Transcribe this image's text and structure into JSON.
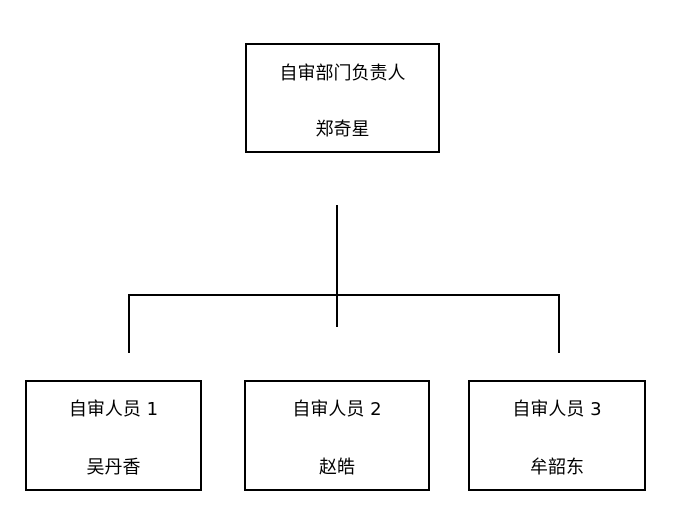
{
  "head": {
    "role": "自审部门负责人",
    "person": "郑奇星"
  },
  "members": [
    {
      "role": "自审人员 1",
      "person": "吴丹香"
    },
    {
      "role": "自审人员 2",
      "person": "赵皓"
    },
    {
      "role": "自审人员 3",
      "person": "牟韶东"
    }
  ],
  "colors": {
    "line": "#000000",
    "box_border": "#000000",
    "background": "#ffffff"
  }
}
